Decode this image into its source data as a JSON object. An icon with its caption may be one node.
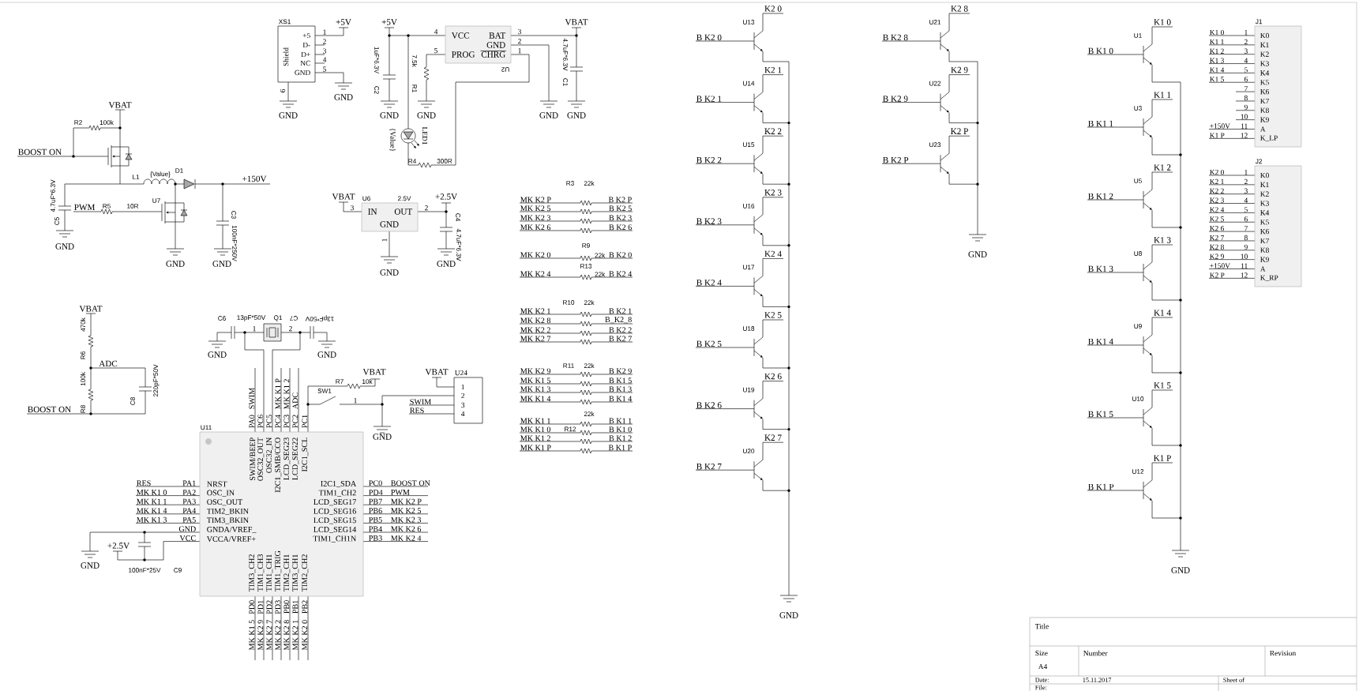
{
  "diagram": {
    "nodes": [
      {
        "text": [
          "+5",
          "D-",
          "D+",
          "NC",
          "GND",
          "Shield"
        ],
        "beside": [
          "XS1"
        ]
      },
      {
        "text": [
          "VCC",
          "BAT",
          "GND",
          "PROG",
          "CHRG"
        ],
        "beside": [
          "U2"
        ]
      },
      {
        "text": [
          "IN",
          "OUT",
          "GND"
        ],
        "beside": [
          "U6",
          "2.5V"
        ]
      },
      {
        "text": [
          "SWIM/BEEP",
          "OSC32_OUT",
          "OSC32_IN",
          "I2C1_SMB/CCO",
          "LCD_SEG23",
          "LCD_SEG22",
          "I2C1_SCL",
          "NRST",
          "OSC_IN",
          "OSC_OUT",
          "TIM2_BKIN",
          "TIM3_BKIN",
          "GNDA/VREF_",
          "VCCA/VREF+",
          "I2C1_SDA",
          "TIM1_CH2",
          "LCD_SEG17",
          "LCD_SEG16",
          "LCD_SEG15",
          "LCD_SEG14",
          "TIM1_CH1N",
          "TIM3_CH2",
          "TIM1_CH3",
          "TIM1_CH1",
          "TIM1_TRIG",
          "TIM2_CH1",
          "TIM3_CH1",
          "TIM2_CH2"
        ],
        "beside": [
          "U11"
        ]
      },
      {
        "text": [
          "1",
          "2",
          "3",
          "4"
        ],
        "beside": [
          "U24"
        ]
      },
      {
        "text": [
          "K0",
          "K1",
          "K2",
          "K3",
          "K4",
          "K5",
          "K6",
          "K7",
          "K8",
          "K9",
          "A",
          "K_LP"
        ],
        "beside": [
          "J1"
        ]
      },
      {
        "text": [
          "K0",
          "K1",
          "K2",
          "K3",
          "K4",
          "K5",
          "K6",
          "K7",
          "K8",
          "K9",
          "A",
          "K_RP"
        ],
        "beside": [
          "J2"
        ]
      }
    ],
    "labels": [
      "VBAT",
      "R2",
      "100k",
      "BOOST ON",
      "L1",
      "{Value}",
      "D1",
      "+150V",
      "4.7uF*6.3V",
      "C5",
      "PWM",
      "R5",
      "10R",
      "U7",
      "GND",
      "GND",
      "C3",
      "100nF*250V",
      "GND",
      "1",
      "2",
      "3",
      "4",
      "5",
      "+5V",
      "GND",
      "6",
      "GND",
      "+5V",
      "4",
      "1uF*6.3V",
      "C2",
      "7.5k",
      "R1",
      "5",
      "GND",
      "GND",
      "{Value}",
      "LED1",
      "R4",
      "300R",
      "3",
      "2",
      "1",
      "VBAT",
      "4.7uF*6.3V",
      "C1",
      "GND",
      "GND",
      "VBAT",
      "3",
      "2",
      "+2.5V",
      "C4",
      "4.7uF*6.3V",
      "GND",
      "1",
      "GND",
      "R3",
      "22k",
      "MK K2 P",
      "B K2 P",
      "MK K2 5",
      "B K2 5",
      "MK K2 3",
      "B K2 3",
      "MK K2 6",
      "B K2 6",
      "R9",
      "MK K2 0",
      "22k",
      "B K2 0",
      "R13",
      "MK K2 4",
      "22k",
      "B K2 4",
      "R10",
      "22k",
      "MK K2 1",
      "B K2 1",
      "MK K2 8",
      "B_K2_8",
      "MK K2 2",
      "B K2 2",
      "MK K2 7",
      "B K2 7",
      "R11",
      "22k",
      "MK K2 9",
      "B K2 9",
      "MK K1 5",
      "B K1 5",
      "MK K1 3",
      "B K1 3",
      "MK K1 4",
      "B K1 4",
      "22k",
      "MK K1 1",
      "B K1 1",
      "MK K1 0",
      "R12",
      "B K1 0",
      "MK K1 2",
      "B K1 2",
      "MK K1 P",
      "B K1 P",
      "K2 0",
      "U13",
      "B K2 0",
      "K2 1",
      "U14",
      "B K2 1",
      "K2 2",
      "U15",
      "B K2 2",
      "K2 3",
      "U16",
      "B K2 3",
      "K2 4",
      "U17",
      "B K2 4",
      "K2 5",
      "U18",
      "B K2 5",
      "K2 6",
      "U19",
      "B K2 6",
      "K2 7",
      "U20",
      "B K2 7",
      "GND",
      "K2 8",
      "U21",
      "B K2 8",
      "K2 9",
      "U22",
      "B K2 9",
      "K2 P",
      "U23",
      "B K2 P",
      "GND",
      "K1 0",
      "U1",
      "B K1 0",
      "K1 1",
      "U3",
      "B K1 1",
      "K1 2",
      "U5",
      "B K1 2",
      "K1 3",
      "U8",
      "B K1 3",
      "K1 4",
      "U9",
      "B K1 4",
      "K1 5",
      "U10",
      "B K1 5",
      "K1 P",
      "U12",
      "B K1 P",
      "GND",
      "K1 0",
      "1",
      "K1 1",
      "2",
      "K1 2",
      "3",
      "K1 3",
      "4",
      "K1 4",
      "5",
      "K1 5",
      "6",
      "7",
      "8",
      "9",
      "10",
      "+150V",
      "11",
      "K1 P",
      "12",
      "K2 0",
      "1",
      "K2 1",
      "2",
      "K2 2",
      "3",
      "K2 3",
      "4",
      "K2 4",
      "5",
      "K2 5",
      "6",
      "K2 6",
      "7",
      "K2 7",
      "8",
      "K2 8",
      "9",
      "K2 9",
      "10",
      "+150V",
      "11",
      "K2 P",
      "12",
      "VBAT",
      "470k",
      "R6",
      "ADC",
      "220pF*50V",
      "100k",
      "C8",
      "BOOST ON",
      "R8",
      "C6",
      "13pF*50V",
      "Q1",
      "1",
      "2",
      "C7",
      "13pF*50V",
      "GND",
      "GND",
      "PA0",
      "SWIM",
      "PC6",
      "PC5",
      "PC4",
      "MK K1 P",
      "PC3",
      "MK K1 2",
      "PC2",
      "ADC",
      "PC1",
      "RES",
      "PA1",
      "MK K1 0",
      "PA2",
      "MK K1 1",
      "PA3",
      "MK K1 4",
      "PA4",
      "MK K1 3",
      "PA5",
      "GND",
      "VCC",
      "PC0",
      "BOOST ON",
      "PD4",
      "PWM",
      "PB7",
      "MK K2 P",
      "PB6",
      "MK K2 5",
      "PB5",
      "MK K2 3",
      "PB4",
      "MK K2 6",
      "PB3",
      "MK K2 4",
      "PD0",
      "MK K1 5",
      "PD1",
      "MK K2 9",
      "PD2",
      "MK K2 7",
      "PD3",
      "MK K2 2",
      "PB0",
      "MK K2 8",
      "PB1",
      "MK K2 1",
      "PB2",
      "MK K2 0",
      "+2.5V",
      "100nF*25V",
      "C9",
      "GND",
      "VBAT",
      "R7",
      "10k",
      "SW1",
      "1",
      "GND",
      "VBAT",
      "SWIM",
      "RES",
      "Title",
      "Size",
      "A4",
      "Number",
      "Revision",
      "Date:",
      "15.11.2017",
      "Sheet of",
      "File:"
    ]
  }
}
